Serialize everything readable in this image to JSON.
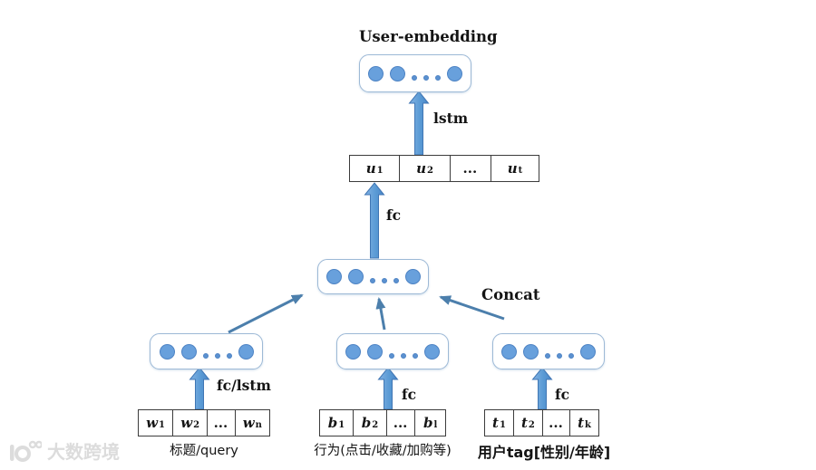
{
  "title": "User-embedding",
  "edge_labels": {
    "lstm": "lstm",
    "fc_top": "fc",
    "concat": "Concat",
    "left_branch": "fc/lstm",
    "middle_branch": "fc",
    "right_branch": "fc"
  },
  "tables": {
    "user_seq": {
      "cells": [
        {
          "base": "u",
          "sub": "1"
        },
        {
          "base": "u",
          "sub": "2"
        },
        {
          "base": "...",
          "sub": ""
        },
        {
          "base": "u",
          "sub": "t"
        }
      ]
    },
    "title_query": {
      "cells": [
        {
          "base": "w",
          "sub": "1"
        },
        {
          "base": "w",
          "sub": "2"
        },
        {
          "base": "...",
          "sub": ""
        },
        {
          "base": "w",
          "sub": "n"
        }
      ]
    },
    "behavior": {
      "cells": [
        {
          "base": "b",
          "sub": "1"
        },
        {
          "base": "b",
          "sub": "2"
        },
        {
          "base": "...",
          "sub": ""
        },
        {
          "base": "b",
          "sub": "l"
        }
      ]
    },
    "user_tag": {
      "cells": [
        {
          "base": "t",
          "sub": "1"
        },
        {
          "base": "t",
          "sub": "2"
        },
        {
          "base": "...",
          "sub": ""
        },
        {
          "base": "t",
          "sub": "k"
        }
      ]
    }
  },
  "input_labels": {
    "title_query": "标题/query",
    "behavior": "行为(点击/收藏/加购等)",
    "user_tag": "用户tag[性别/年龄]"
  },
  "watermark_text": "大数跨境",
  "dot_pattern": [
    "L",
    "L",
    "s",
    "s",
    "s",
    "L"
  ],
  "colors": {
    "node_fill": "#68a0dc",
    "box_border": "#9db9d6",
    "block_arrow": "#5b9bd5",
    "thin_arrow": "#4c7fac"
  }
}
